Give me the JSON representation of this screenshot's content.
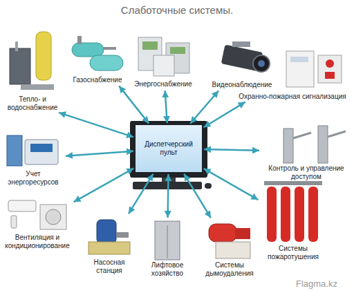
{
  "diagram": {
    "title": "Слаботочные системы.",
    "nodes": [
      {
        "text": [
          "Газоснабжение"
        ]
      },
      {
        "text": [
          "Энергоснабжение"
        ]
      },
      {
        "text": [
          "Видеонаблюдение"
        ]
      },
      {
        "text": [
          "Тепло- и водоснабжение"
        ]
      },
      {
        "text": [
          "Охранно-пожарная сигнализация"
        ]
      },
      {
        "text": [
          "Диспетчерский пульт"
        ]
      },
      {
        "text": [
          "Учет энергоресурсов"
        ]
      },
      {
        "text": [
          "Контроль и управление доступом"
        ]
      },
      {
        "text": [
          "Вентиляция и кондиционирование"
        ]
      },
      {
        "text": [
          "Насосная станция"
        ]
      },
      {
        "text": [
          "Лифтовое хозяйство"
        ]
      },
      {
        "text": [
          "Системы дымоудаления"
        ]
      },
      {
        "text": [
          "Системы пожаротушения"
        ]
      }
    ],
    "edges": [
      {
        "from": 5,
        "to": 0,
        "arrow": "both"
      },
      {
        "from": 5,
        "to": 1,
        "arrow": "both"
      },
      {
        "from": 5,
        "to": 2,
        "arrow": "both"
      },
      {
        "from": 5,
        "to": 3,
        "arrow": "both"
      },
      {
        "from": 5,
        "to": 4,
        "arrow": "both"
      },
      {
        "from": 5,
        "to": 6,
        "arrow": "both"
      },
      {
        "from": 5,
        "to": 7,
        "arrow": "both"
      },
      {
        "from": 5,
        "to": 8,
        "arrow": "both"
      },
      {
        "from": 5,
        "to": 9,
        "arrow": "both"
      },
      {
        "from": 5,
        "to": 10,
        "arrow": "both"
      },
      {
        "from": 5,
        "to": 11,
        "arrow": "both"
      },
      {
        "from": 5,
        "to": 12,
        "arrow": "both"
      }
    ],
    "labels": [
      "Flagma.kz"
    ]
  }
}
